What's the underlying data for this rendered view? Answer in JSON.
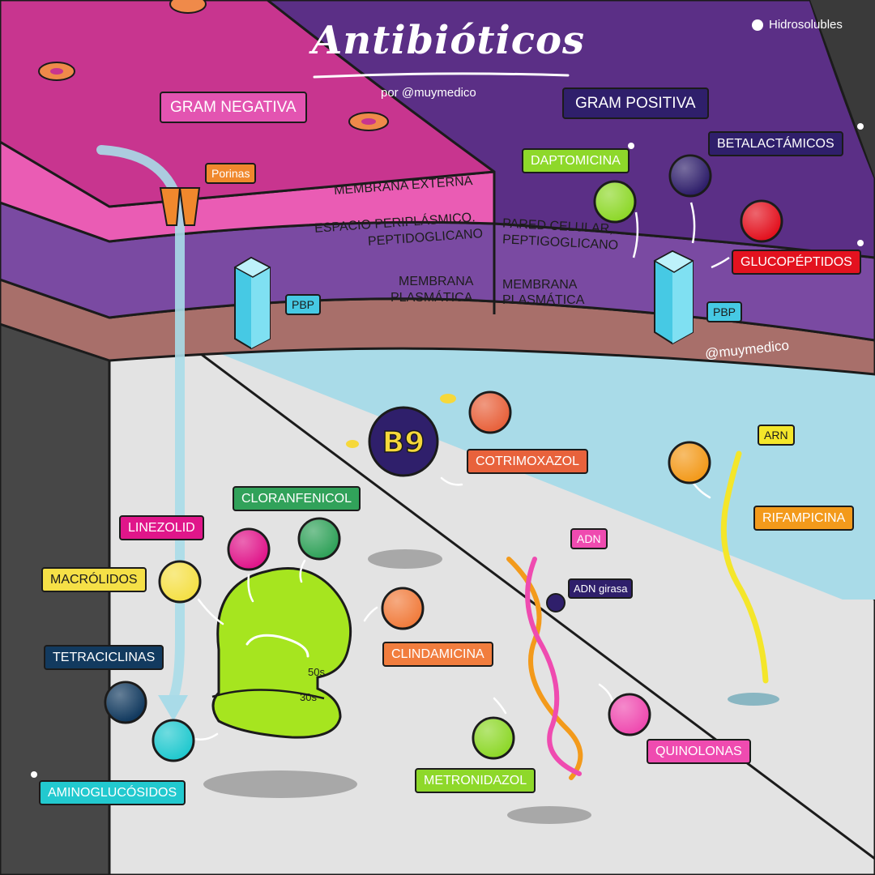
{
  "title": "Antibióticos",
  "subtitle": "por @muymedico",
  "watermark": "@muymedico",
  "legend": {
    "label": "Hidrosolubles"
  },
  "bacteria": {
    "gram_negative": "GRAM NEGATIVA",
    "gram_positive": "GRAM POSITIVA"
  },
  "layers": {
    "outer_membrane": "MEMBRANA EXTERNA",
    "periplasmic_1": "ESPACIO PERIPLÁSMICO.",
    "periplasmic_2": "PEPTIDOGLICANO",
    "cell_wall_1": "PARED CELULAR,",
    "cell_wall_2": "PEPTIGOGLICANO",
    "plasma_left_1": "MEMBRANA",
    "plasma_left_2": "PLASMÁTICA",
    "plasma_right_1": "MEMBRANA",
    "plasma_right_2": "PLASMÁTICA"
  },
  "structures": {
    "porins": "Porinas",
    "pbp_left": "PBP",
    "pbp_right": "PBP",
    "b9": "B9",
    "ribosome_50s": "50s",
    "ribosome_30s": "30s",
    "dna": "ADN",
    "dna_gyrase": "ADN girasa",
    "rna": "ARN"
  },
  "drugs": {
    "daptomicina": "DAPTOMICINA",
    "betalactamicos": "BETALACTÁMICOS",
    "glucopeptidos": "GLUCOPÉPTIDOS",
    "cotrimoxazol": "COTRIMOXAZOL",
    "cloranfenicol": "CLORANFENICOL",
    "linezolid": "LINEZOLID",
    "macrolidos": "MACRÓLIDOS",
    "tetraciclinas": "TETRACICLINAS",
    "aminoglucosidos": "AMINOGLUCÓSIDOS",
    "clindamicina": "CLINDAMICINA",
    "metronidazol": "METRONIDAZOL",
    "quinolonas": "QUINOLONAS",
    "rifampicina": "RIFAMPICINA"
  },
  "colors": {
    "gram_negative": "#d23f9c",
    "gram_positive": "#5b2f86",
    "periplasm": "#7a4aa2",
    "plasma_membrane": "#a86f6a",
    "cytoplasm_positive": "#a9dbe8",
    "cytoplasm_negative": "#e3e3e3",
    "daptomicina": "#8ed82a",
    "betalactamicos": "#2f1f6b",
    "glucopeptidos": "#e3121f",
    "cotrimoxazol": "#e8623c",
    "cloranfenicol": "#31a25a",
    "linezolid": "#e0168a",
    "macrolidos": "#f5e047",
    "tetraciclinas": "#123a5f",
    "aminoglucosidos": "#22c9cf",
    "clindamicina": "#f17d3e",
    "metronidazol": "#8ed82a",
    "quinolonas": "#ef4bb0",
    "rifampicina": "#f39a1b",
    "ribosome": "#a6e51f"
  }
}
